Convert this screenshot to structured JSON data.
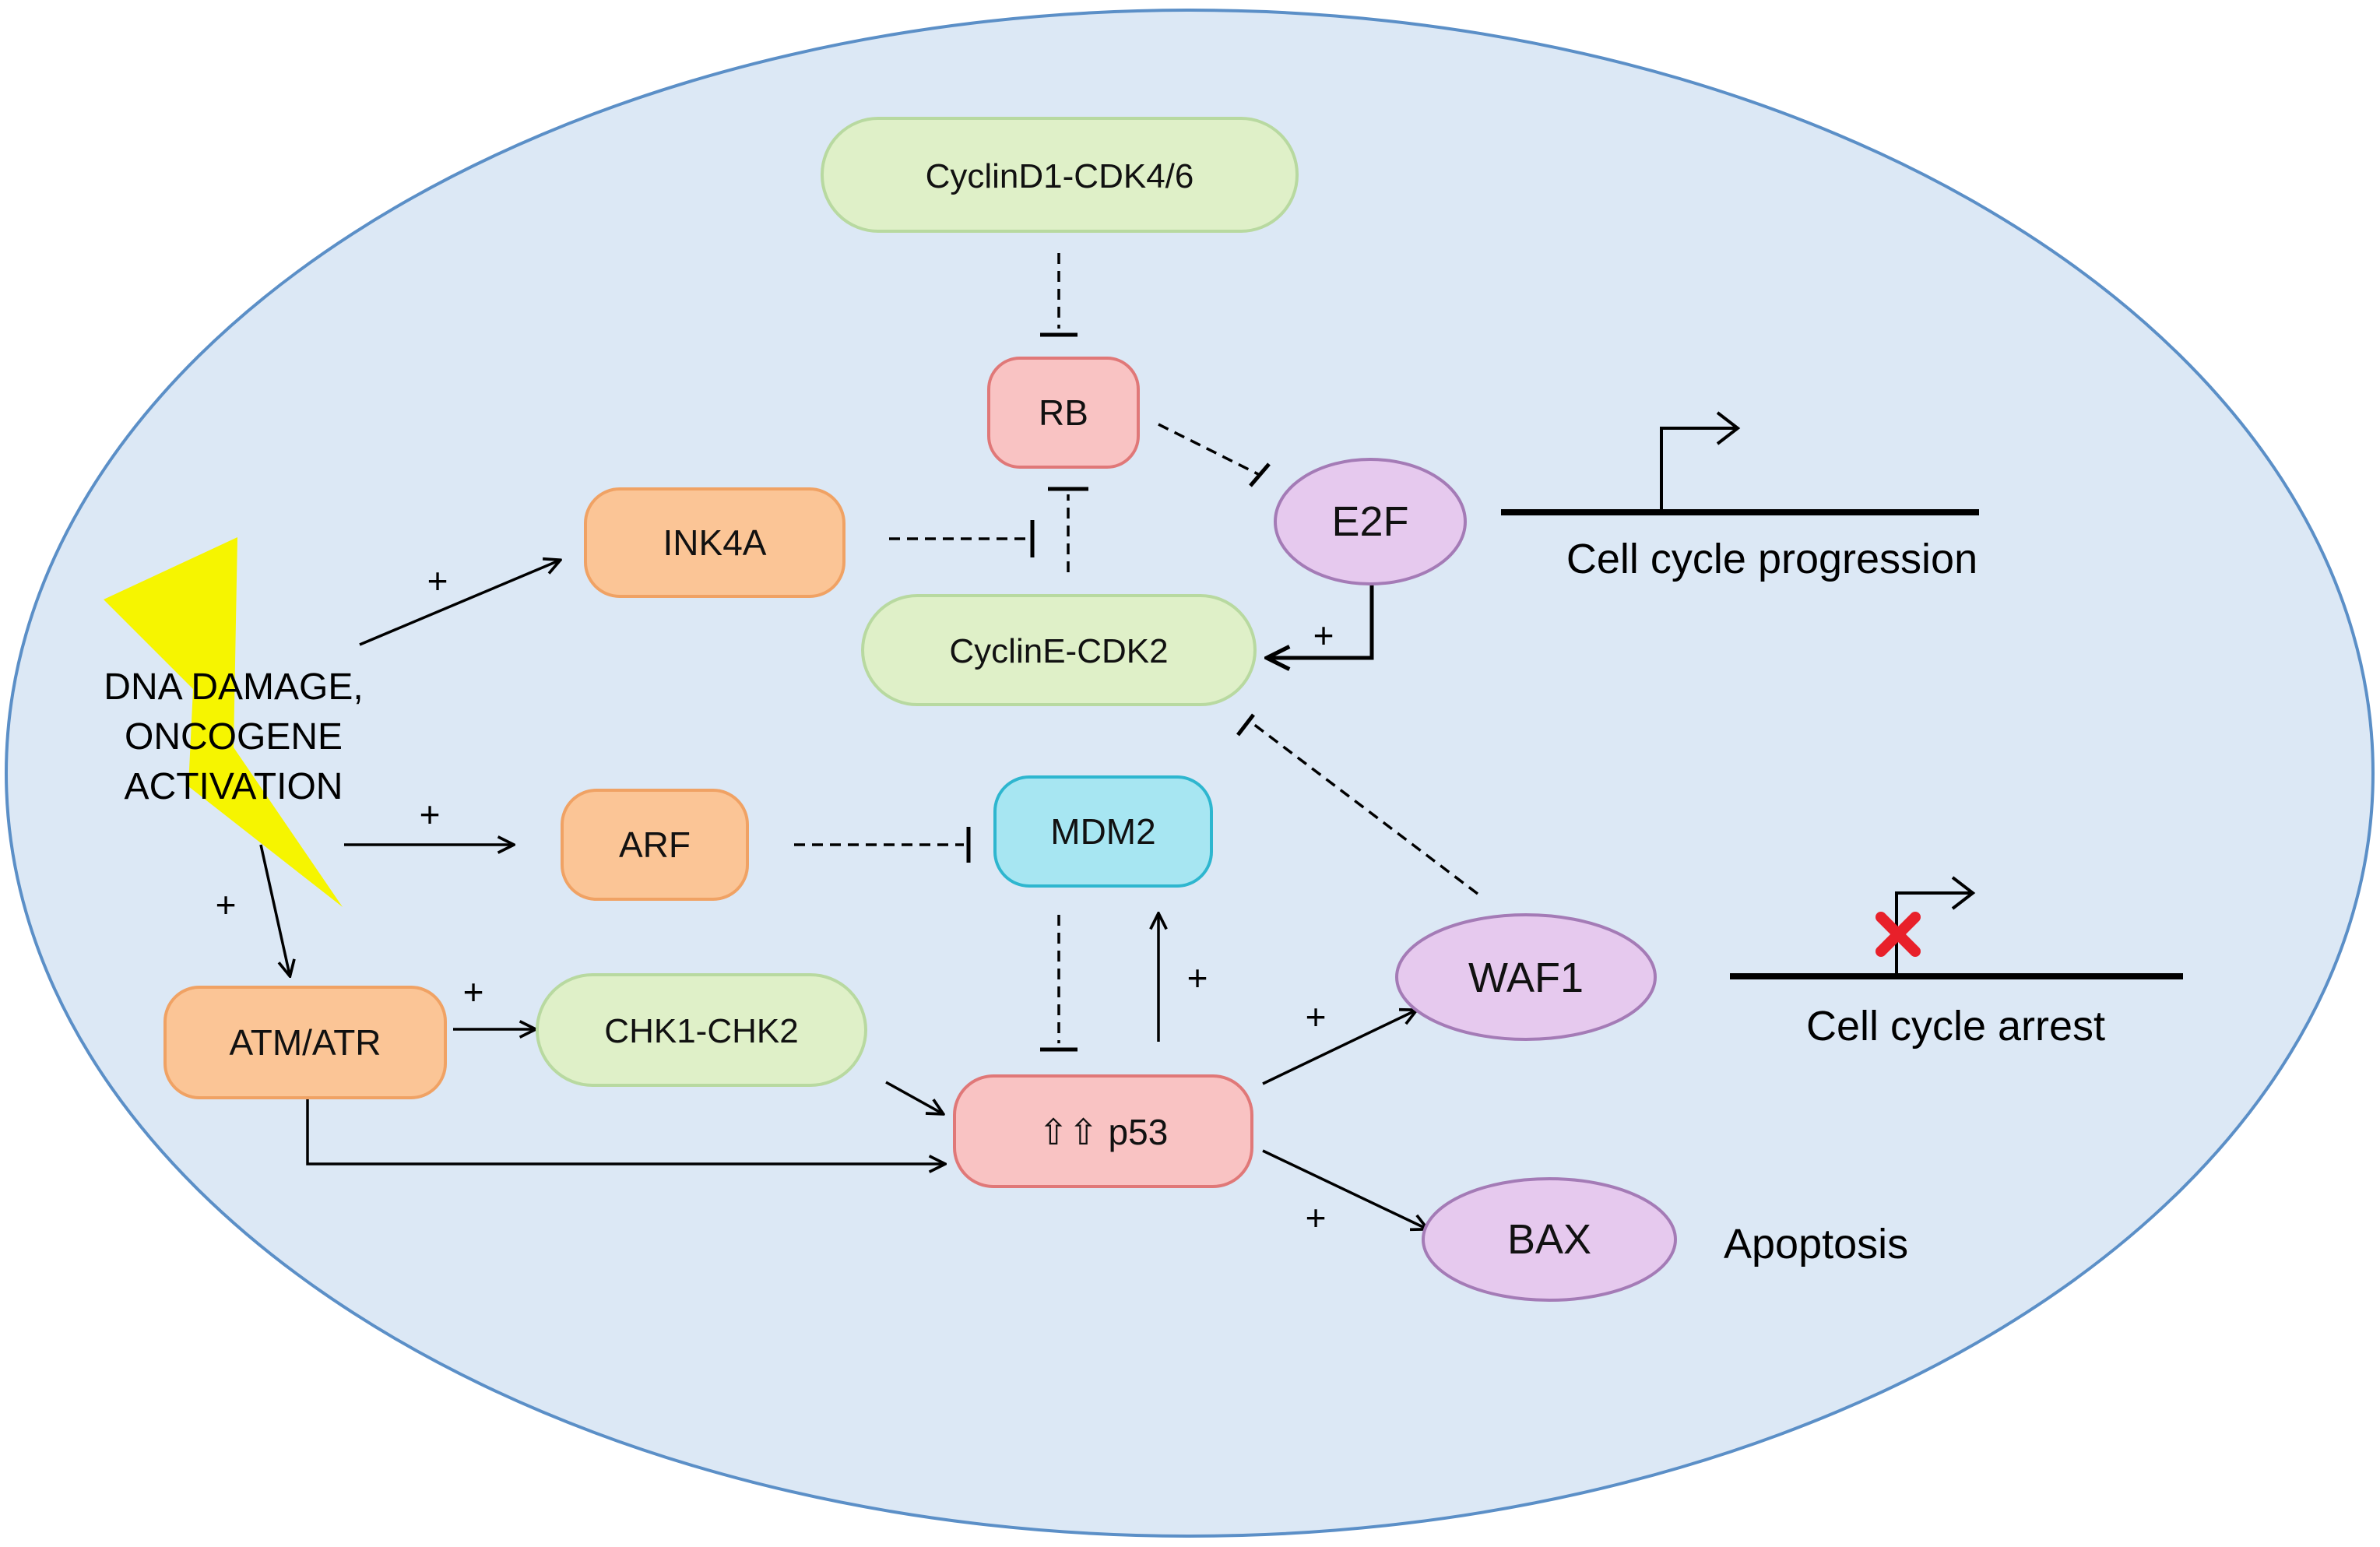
{
  "colors": {
    "cell_fill": "#dce8f5",
    "cell_stroke": "#5b8fc7",
    "orange_fill": "#fbc596",
    "orange_stroke": "#f0a264",
    "green_fill": "#dff0c8",
    "green_stroke": "#b8d9a0",
    "red_fill": "#f9c3c3",
    "red_stroke": "#e07878",
    "cyan_fill": "#a7e6f2",
    "cyan_stroke": "#2eb6cf",
    "purple_fill": "#e6c9ee",
    "purple_stroke": "#a47bb6",
    "lightning": "#f6f500",
    "inhibit_mark": "#e8202a",
    "line": "#000000"
  },
  "stimulus": {
    "line1": "DNA DAMAGE,",
    "line2": "ONCOGENE",
    "line3": "ACTIVATION"
  },
  "nodes": {
    "cyclind1": "CyclinD1-CDK4/6",
    "rb": "RB",
    "e2f": "E2F",
    "ink4a": "INK4A",
    "cycline": "CyclinE-CDK2",
    "arf": "ARF",
    "mdm2": "MDM2",
    "atm": "ATM/ATR",
    "chk": "CHK1-CHK2",
    "p53": "⇧⇧ p53",
    "waf1": "WAF1",
    "bax": "BAX"
  },
  "outcomes": {
    "progression": "Cell cycle progression",
    "arrest": "Cell cycle arrest",
    "apoptosis": "Apoptosis"
  },
  "signs": {
    "ink4a_plus": "+",
    "arf_plus": "+",
    "atm_plus": "+",
    "chk_plus": "+",
    "e2f_plus": "+",
    "mdm2_plus": "+",
    "waf1_plus": "+",
    "bax_plus": "+"
  }
}
